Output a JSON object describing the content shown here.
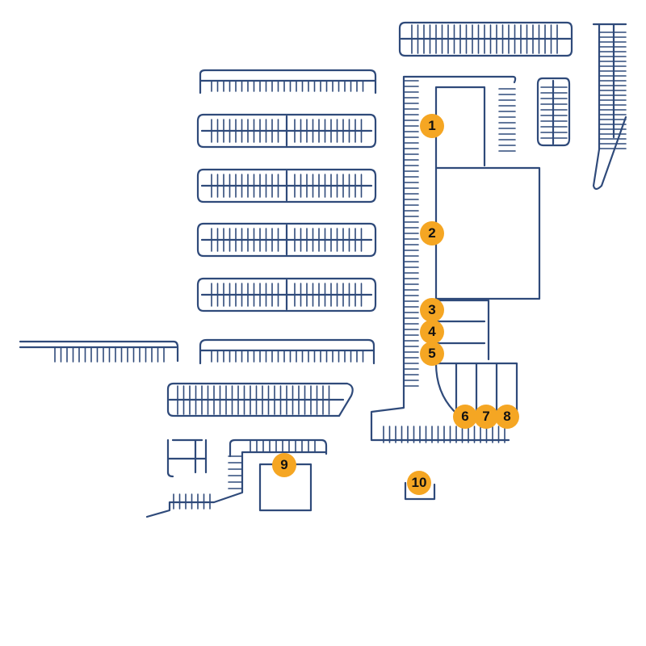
{
  "map": {
    "line_color": "#2f4a7a",
    "marker_color": "#f5a623",
    "markers": [
      {
        "label": "1"
      },
      {
        "label": "2"
      },
      {
        "label": "3"
      },
      {
        "label": "4"
      },
      {
        "label": "5"
      },
      {
        "label": "6"
      },
      {
        "label": "7"
      },
      {
        "label": "8"
      },
      {
        "label": "9"
      },
      {
        "label": "10"
      }
    ]
  }
}
